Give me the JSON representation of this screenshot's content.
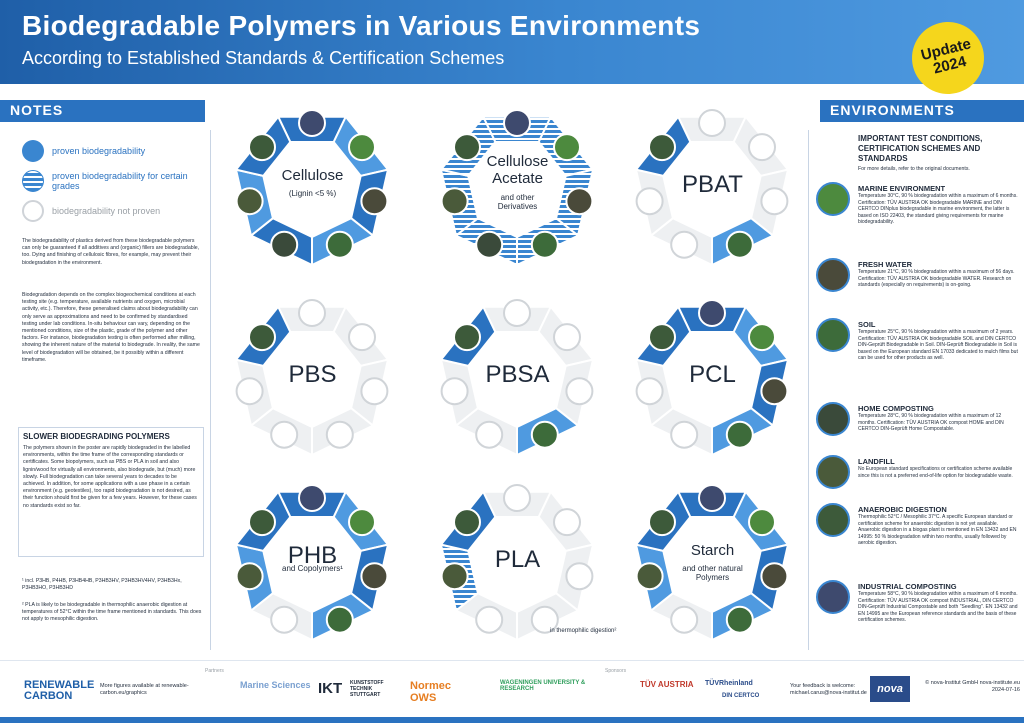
{
  "header": {
    "title": "Biodegradable Polymers in Various Environments",
    "subtitle": "According to Established Standards & Certification Schemes",
    "badge_line1": "Update",
    "badge_line2": "2024"
  },
  "notes": {
    "heading": "NOTES",
    "legend": [
      {
        "label": "proven biodegradability",
        "icon": "solid-circle"
      },
      {
        "label": "proven biodegradability for certain grades",
        "icon": "striped-circle"
      },
      {
        "label": "biodegradability not proven",
        "icon": "empty-circle"
      }
    ],
    "para1": "The biodegradability of plastics derived from these biodegradable polymers can only be guaranteed if all additives and (organic) fillers are biodegradable, too. Dying and finishing of cellulosic fibres, for example, may prevent their biodegradation in the environment.",
    "para2": "Biodegradation depends on the complex biogeochemical conditions at each testing site (e.g. temperature, available nutrients and oxygen, microbial activity, etc.). Therefore, these generalised claims about biodegradability can only serve as approximations and need to be confirmed by standardised testing under lab conditions. In-situ behaviour can vary, depending on the mentioned conditions, size of the plastic, grade of the polymer and other factors. For instance, biodegradation testing is often performed after milling, showing the inherent nature of the material to biodegrade. In reality, the same level of biodegradation will be obtained, be it possibly within a different timeframe.",
    "slow_title": "SLOWER BIODEGRADING POLYMERS",
    "slow_text": "The polymers shown in the poster are rapidly biodegraded in the labelled environments, within the time frame of the corresponding standards or certificates. Some biopolymers, such as PBS or PLA in soil and also lignin/wood for virtually all environments, also biodegrade, but (much) more slowly. Full biodegradation can take several years to decades to be achieved. In addition, for some applications with a use phase in a certain environment (e.g. geotextiles), too rapid biodegradation is not desired, as their function should first be given for a few years. However, for these cases no standards exist so far.",
    "footnote1": "¹  incl. P3HB, P4HB, P3HB4HB, P3HB3HV, P3HB3HV4HV, P3HB3Hx, P3HB3HO, P3HB3HD",
    "footnote2": "²  PLA is likely to be biodegradable in thermophilic anaerobic digestion at temperatures of 52°C within the time frame mentioned in standards. This does not apply to mesophilic digestion."
  },
  "wheels": [
    {
      "name": "Cellulose",
      "sub": "(Lignin <5 %)"
    },
    {
      "name": "Cellulose Acetate",
      "sub": "and other Derivatives"
    },
    {
      "name": "PBAT",
      "sub": ""
    },
    {
      "name": "PBS",
      "sub": ""
    },
    {
      "name": "PBSA",
      "sub": ""
    },
    {
      "name": "PCL",
      "sub": ""
    },
    {
      "name": "PHB",
      "sub": "and Copolymers¹"
    },
    {
      "name": "PLA",
      "sub": ""
    },
    {
      "name": "Starch",
      "sub": "and other natural Polymers"
    }
  ],
  "thermo_note": "in thermophilic digestion²",
  "environments": {
    "heading": "ENVIRONMENTS",
    "important_title": "IMPORTANT TEST CONDITIONS, CERTIFICATION SCHEMES AND STANDARDS",
    "important_sub": "For more details, refer to the original documents.",
    "items": [
      {
        "title": "MARINE ENVIRONMENT",
        "text": "Temperature 30°C, 90 % biodegradation within a maximum of 6 months. Certification: TÜV AUSTRIA OK biodegradable MARINE and DIN CERTCO DINplus biodegradable in marine environment, the latter is based on ISO 22403, the standard giving requirements for marine biodegradability.",
        "icon": "fish-icon"
      },
      {
        "title": "FRESH WATER",
        "text": "Temperature 21°C, 90 % biodegradation within a maximum of 56 days. Certification: TÜV AUSTRIA OK biodegradable WATER. Research on standards (especially on requirements) is on-going.",
        "icon": "water-icon"
      },
      {
        "title": "SOIL",
        "text": "Temperature 25°C, 90 % biodegradation within a maximum of 2 years. Certification: TÜV AUSTRIA OK biodegradable SOIL and DIN CERTCO DIN-Geprüft Biodegradable in Soil. DIN-Geprüft Biodegradable in Soil is based on the European standard EN 17033 dedicated to mulch films but can be used for other products as well.",
        "icon": "sprout-icon"
      },
      {
        "title": "HOME COMPOSTING",
        "text": "Temperature 28°C, 90 % biodegradation within a maximum of 12 months. Certification: TÜV AUSTRIA OK compost HOME and DIN CERTCO DIN-Geprüft Home Compostable.",
        "icon": "compost-bin-icon"
      },
      {
        "title": "LANDFILL",
        "text": "No European standard specifications or certification scheme available since this is not a preferred end-of-life option for biodegradable waste.",
        "icon": "landfill-icon"
      },
      {
        "title": "ANAEROBIC DIGESTION",
        "text": "Thermophilic 52°C / Mesophilic 37°C. A specific European standard or certification scheme for anaerobic digestion is not yet available. Anaerobic digestion in a biogas plant is mentioned in EN 13432 and EN 14995: 50 % biodegradation within two months, usually followed by aerobic digestion.",
        "icon": "biogas-icon"
      },
      {
        "title": "INDUSTRIAL COMPOSTING",
        "text": "Temperature 58°C, 90 % biodegradation within a maximum of 6 months. Certification: TÜV AUSTRIA OK compost INDUSTRIAL, DIN CERTCO DIN-Geprüft Industrial Compostable and both \"Seedling\". EN 13432 and EN 14995 are the European reference standards and the basis of these certification schemes.",
        "icon": "industrial-compost-icon"
      }
    ]
  },
  "footer": {
    "logo_line1": "RENEWABLE",
    "logo_line2": "CARBON",
    "more_figures": "More figures available at renewable-carbon.eu/graphics",
    "partners_label": "Partners",
    "partners": [
      "Marine Sciences",
      "IKT",
      "KUNSTSTOFF TECHNIK STUTTGART",
      "Normec OWS",
      "WAGENINGEN UNIVERSITY & RESEARCH"
    ],
    "sponsors_label": "Sponsors",
    "sponsors": [
      "TÜV AUSTRIA",
      "TÜVRheinland",
      "DIN CERTCO"
    ],
    "feedback": "Your feedback is welcome: michael.carus@nova-institut.de",
    "nova": "nova",
    "copyright": "© nova-Institut GmbH nova-institute.eu 2024-07-16"
  }
}
